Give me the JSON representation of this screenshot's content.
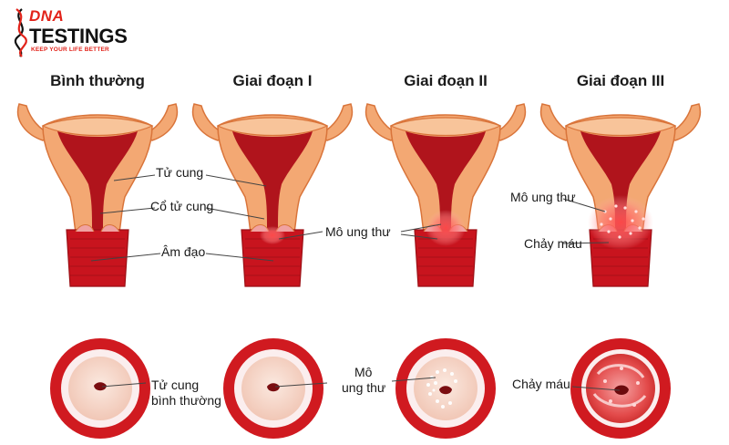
{
  "logo": {
    "line1": "DNA",
    "line2": "TESTINGS",
    "tagline": "KEEP YOUR LIFE BETTER"
  },
  "stages": [
    {
      "title": "Bình thường"
    },
    {
      "title": "Giai đoạn I"
    },
    {
      "title": "Giai đoạn II"
    },
    {
      "title": "Giai đoạn III"
    }
  ],
  "labels": {
    "tu_cung": "Tử cung",
    "co_tu_cung": "Cổ tử cung",
    "am_dao": "Âm đạo",
    "mo_ung_thu_stage2": "Mô ung thư",
    "mo_ung_thu_stage3": "Mô ung thư",
    "chay_mau_stage3": "Chảy máu",
    "tu_cung_binh_thuong_1": "Tử cung",
    "tu_cung_binh_thuong_2": "bình thường",
    "mo_ung_thu_circle_1": "Mô",
    "mo_ung_thu_circle_2": "ung thư",
    "chay_mau_circle": "Chảy máu"
  },
  "colors": {
    "brand_red": "#e2231a",
    "tissue_orange": "#f3a873",
    "tissue_outline": "#e07a3c",
    "uterus_dark": "#b0141c",
    "vagina_red": "#c8141e",
    "tumor_glow": "#ff5a5a",
    "ring_red": "#d01a20",
    "cervix_pink": "#f6d6c8"
  }
}
